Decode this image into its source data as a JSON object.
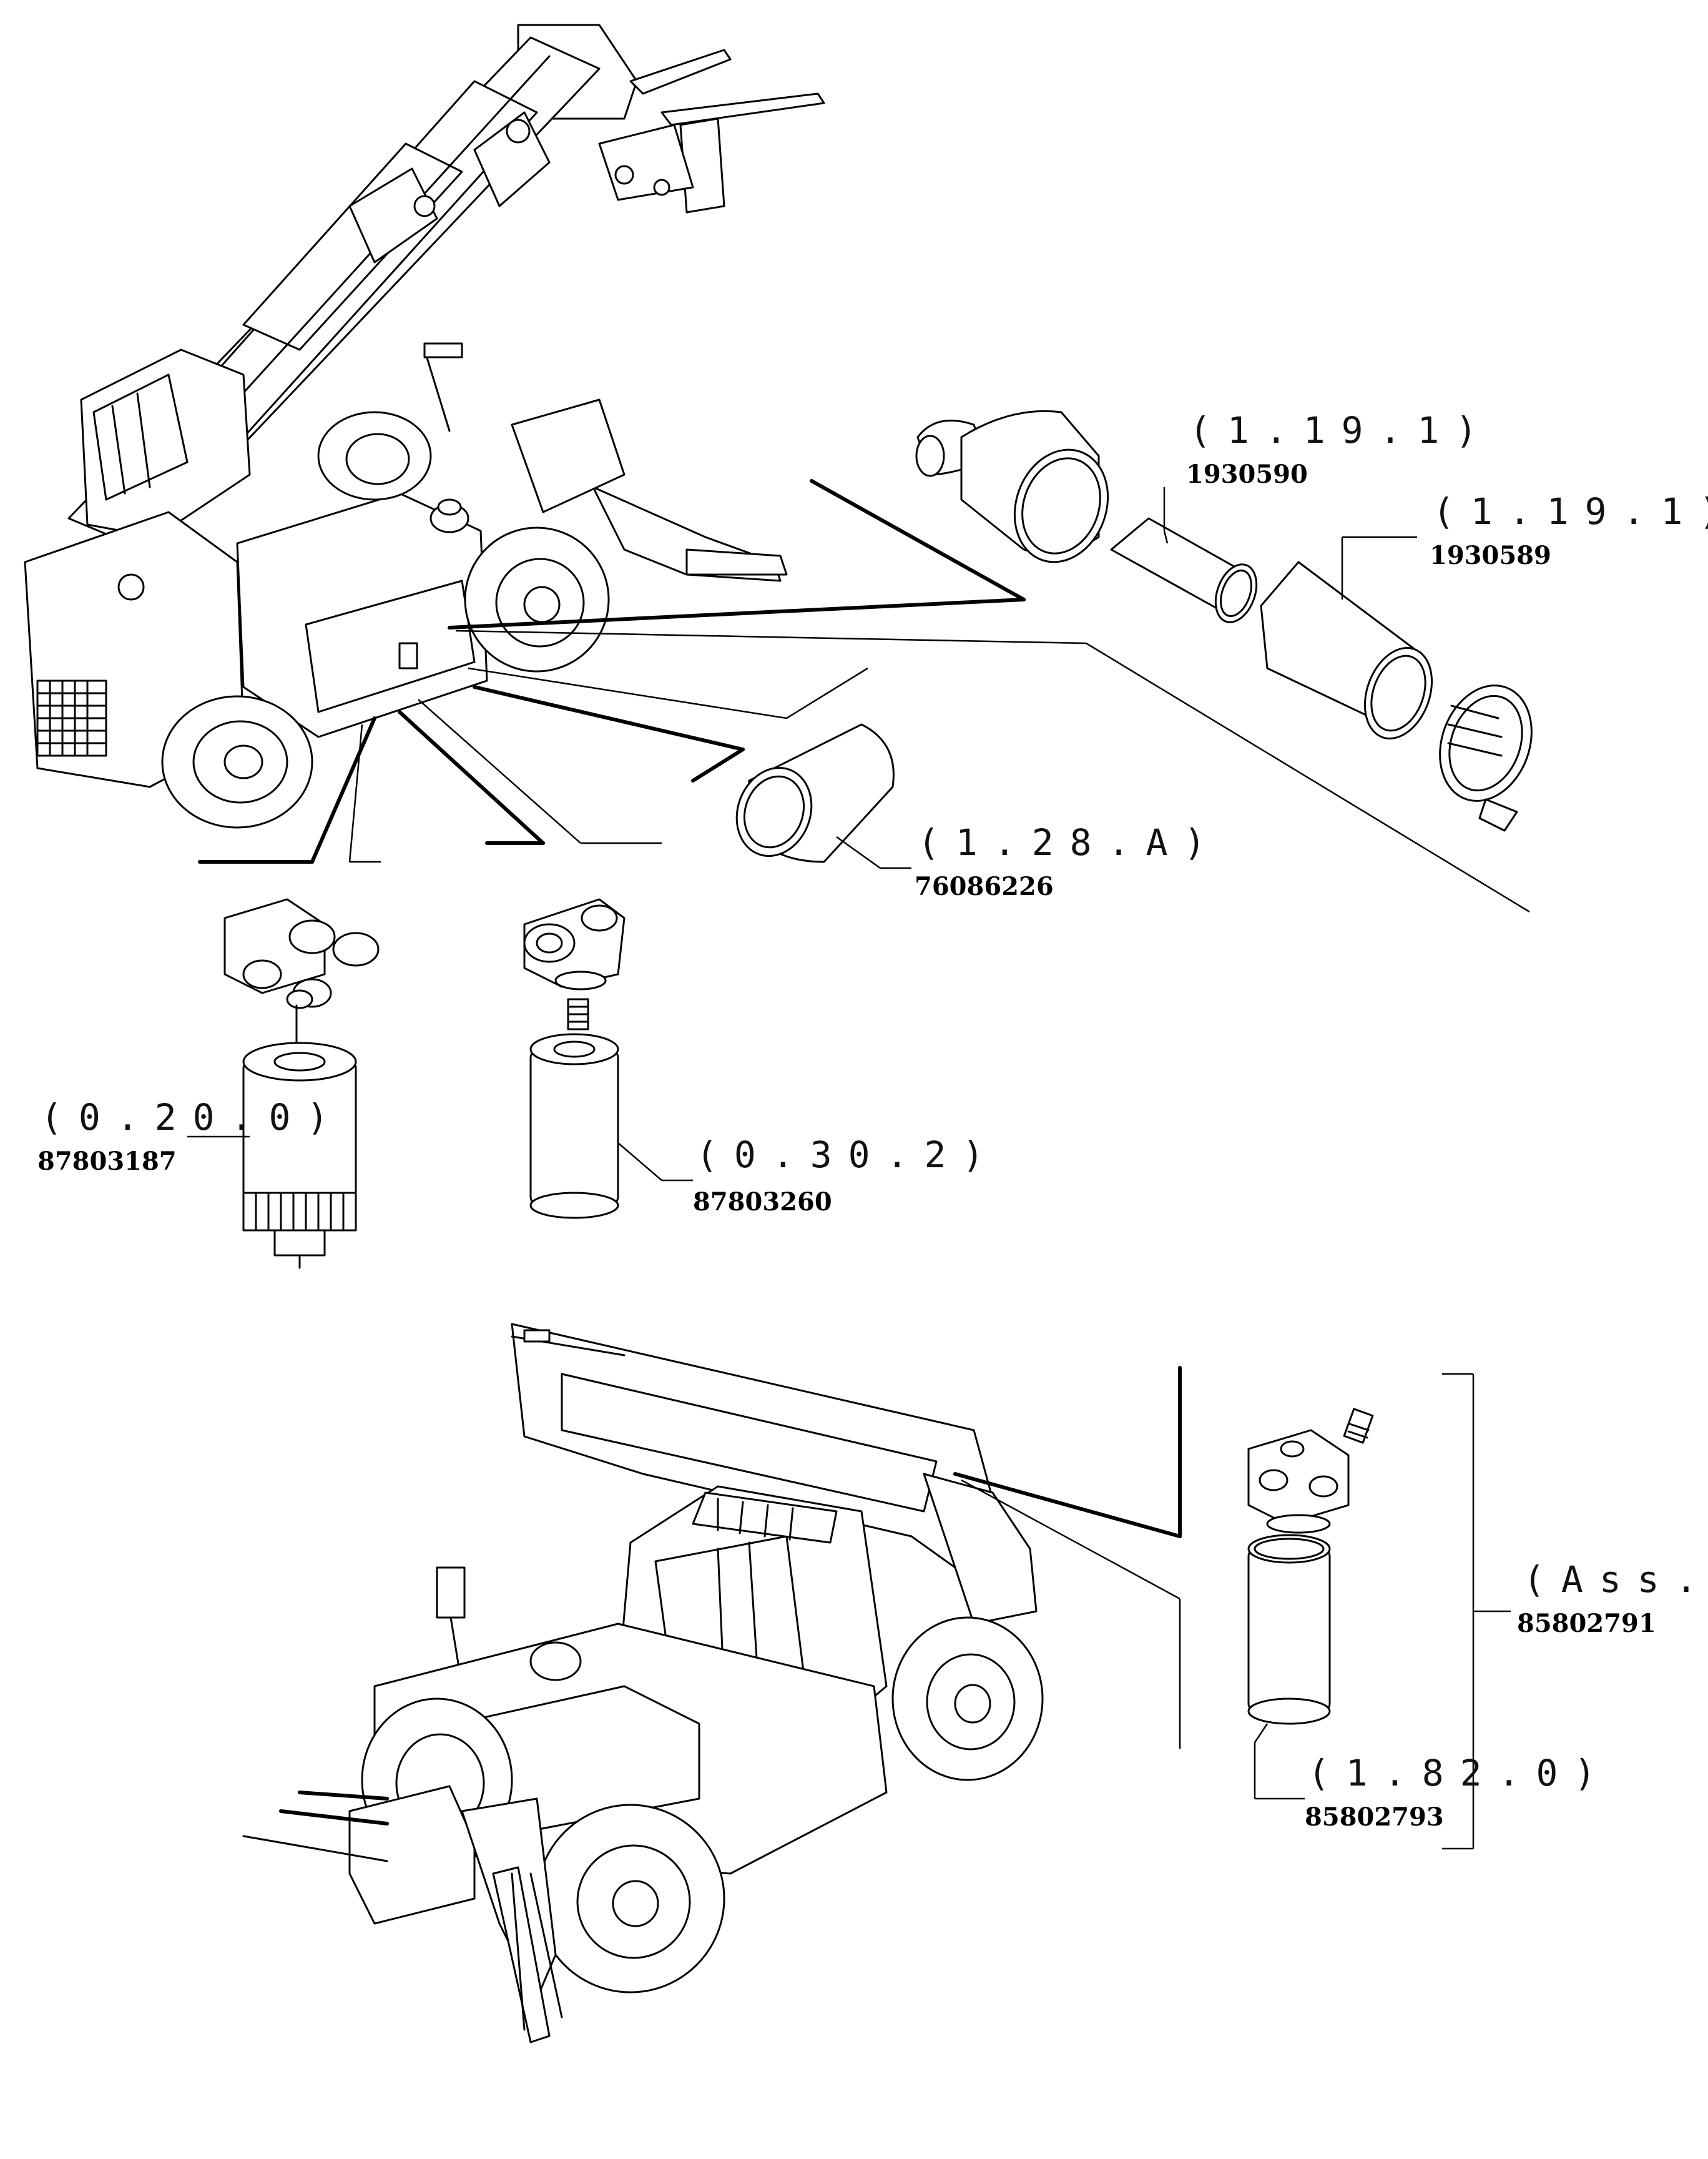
{
  "callouts": [
    {
      "id": "air-filter-outer-housing",
      "ref": "(1.19.1)",
      "part": "1930590"
    },
    {
      "id": "air-filter-inner-element",
      "ref": "(1.19.1)",
      "part": "1930589"
    },
    {
      "id": "air-filter-secondary",
      "ref": "(1.28.A)",
      "part": "76086226"
    },
    {
      "id": "fuel-prefilter",
      "ref": "(0.20.0)",
      "part": "87803187"
    },
    {
      "id": "engine-oil-filter",
      "ref": "(0.30.2)",
      "part": "87803260"
    },
    {
      "id": "hydraulic-filter-assembly",
      "ref": "(Ass.",
      "part": "85802791"
    },
    {
      "id": "hydraulic-filter-cartridge",
      "ref": "(1.82.0)",
      "part": "85802793"
    }
  ],
  "icons": [
    "telehandler-rear-view",
    "telehandler-front-view",
    "air-filter-exploded",
    "fuel-filter-assembly",
    "oil-filter-assembly",
    "hydraulic-filter-assembly"
  ]
}
